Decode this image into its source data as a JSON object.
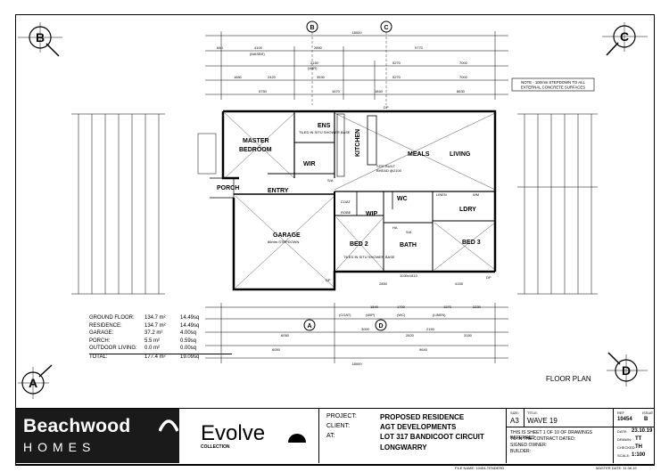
{
  "compass": {
    "b_left": "B",
    "b_top": "B",
    "c_top": "C",
    "c_right": "C",
    "a_left": "A",
    "a_bottom": "A",
    "d_right": "D"
  },
  "note": [
    "NOTE - 100mm STEPDOWN TO ALL",
    "EXTERNAL CONCRETE SURFACES"
  ],
  "dims_top": {
    "overall": "18000",
    "row1": [
      "840",
      "240",
      "4100",
      "90",
      "2850",
      "90",
      "9770",
      "240"
    ],
    "row2": [
      "2150",
      "90",
      "1240",
      "90",
      "5270",
      "7000"
    ],
    "row3": [
      "1680",
      "240",
      "2420",
      "3530",
      "5270",
      "7000"
    ],
    "row4": [
      "5750",
      "1670",
      "1840",
      "8630"
    ],
    "masonry": "(MASBS)",
    "wir": "(WIR)",
    "ens": "(ENS)"
  },
  "rooms": {
    "ens": "ENS",
    "master": "MASTER",
    "bedroom": "BEDROOM",
    "wir": "WIR",
    "kitchen": "KITCHEN",
    "meals": "MEALS",
    "living": "LIVING",
    "porch": "PORCH",
    "entry": "ENTRY",
    "garage": "GARAGE",
    "garage_sub": "86mm STEPDOWN",
    "wc": "WC",
    "linen": "LINEN",
    "wm": "WM",
    "ldry": "LDRY",
    "coat": "COAT",
    "robe": "ROBE",
    "wip": "WIP",
    "bed2": "BED 2",
    "bath": "BATH",
    "bed3": "BED 3",
    "dp": "DP",
    "ha": "HA",
    "sa": "S/A",
    "tiled_shower": "TILED IN SITU SHOWER BASE",
    "site_built": "SITE BUILT",
    "bulkhead": "BHEAD @2100"
  },
  "dims_bottom": {
    "row1": [
      "2850",
      "1030x1810",
      "4155"
    ],
    "row2": [
      "(COAT)",
      "1540",
      "(WIP)",
      "1700",
      "(WC)",
      "1370",
      "(LINEN)",
      "2230"
    ],
    "row3": [
      "6050",
      "90",
      "3000",
      "2820",
      "2150",
      "90",
      "3150",
      "240"
    ],
    "row4": [
      "6050",
      "240",
      "9640"
    ],
    "overall": "18000"
  },
  "area_schedule": [
    {
      "label": "GROUND FLOOR:",
      "value": "134.7 m²",
      "sq": "14.49sq"
    },
    {
      "label": "RESIDENCE:",
      "value": "134.7 m²",
      "sq": "14.49sq"
    },
    {
      "label": "GARAGE:",
      "value": "37.2 m²",
      "sq": "4.00sq"
    },
    {
      "label": "PORCH:",
      "value": "5.5 m²",
      "sq": "0.59sq"
    },
    {
      "label": "OUTDOOR LIVING:",
      "value": "0.0 m²",
      "sq": "0.00sq"
    },
    {
      "label": "TOTAL:",
      "value": "177.4 m²",
      "sq": "19.09sq"
    }
  ],
  "plan_title": "FLOOR PLAN",
  "title_block": {
    "brand_main": "Beachwood",
    "brand_sub": "HOMES",
    "collection_main": "Evolve",
    "collection_sub": "COLLECTION",
    "project_label": "PROJECT:",
    "project": "PROPOSED RESIDENCE",
    "client_label": "CLIENT:",
    "client": "AGT DEVELOPMENTS",
    "at_label": "AT:",
    "address1": "LOT 317 BANDICOOT CIRCUIT",
    "address2": "LONGWARRY",
    "size_label": "SIZE:",
    "size": "A3",
    "title_label": "TITLE:",
    "title": "WAVE 19",
    "sheet_text": [
      "THIS IS SHEET 1 OF 10 OF DRAWINGS REFERRED",
      "TO IN THE CONTRACT DATED:",
      "SIGNED OWNER:",
      "BUILDER:"
    ],
    "ref_label": "REF",
    "ref": "10454",
    "issue_label": "ISSUE",
    "issue": "B",
    "date_label": "DATE:",
    "date": "23.10.19",
    "drawn_label": "DRAWN:",
    "drawn": "TT",
    "checked_label": "CHECKED:",
    "checked": "TH",
    "scale_label": "SCALE:",
    "scale": "1:100",
    "file_name": "FILE NAME: 10454-TENDERB",
    "master_date": "MASTER DATE: 11.06.19"
  },
  "colors": {
    "ink": "#000000",
    "logo_bg": "#1a1a1a"
  }
}
